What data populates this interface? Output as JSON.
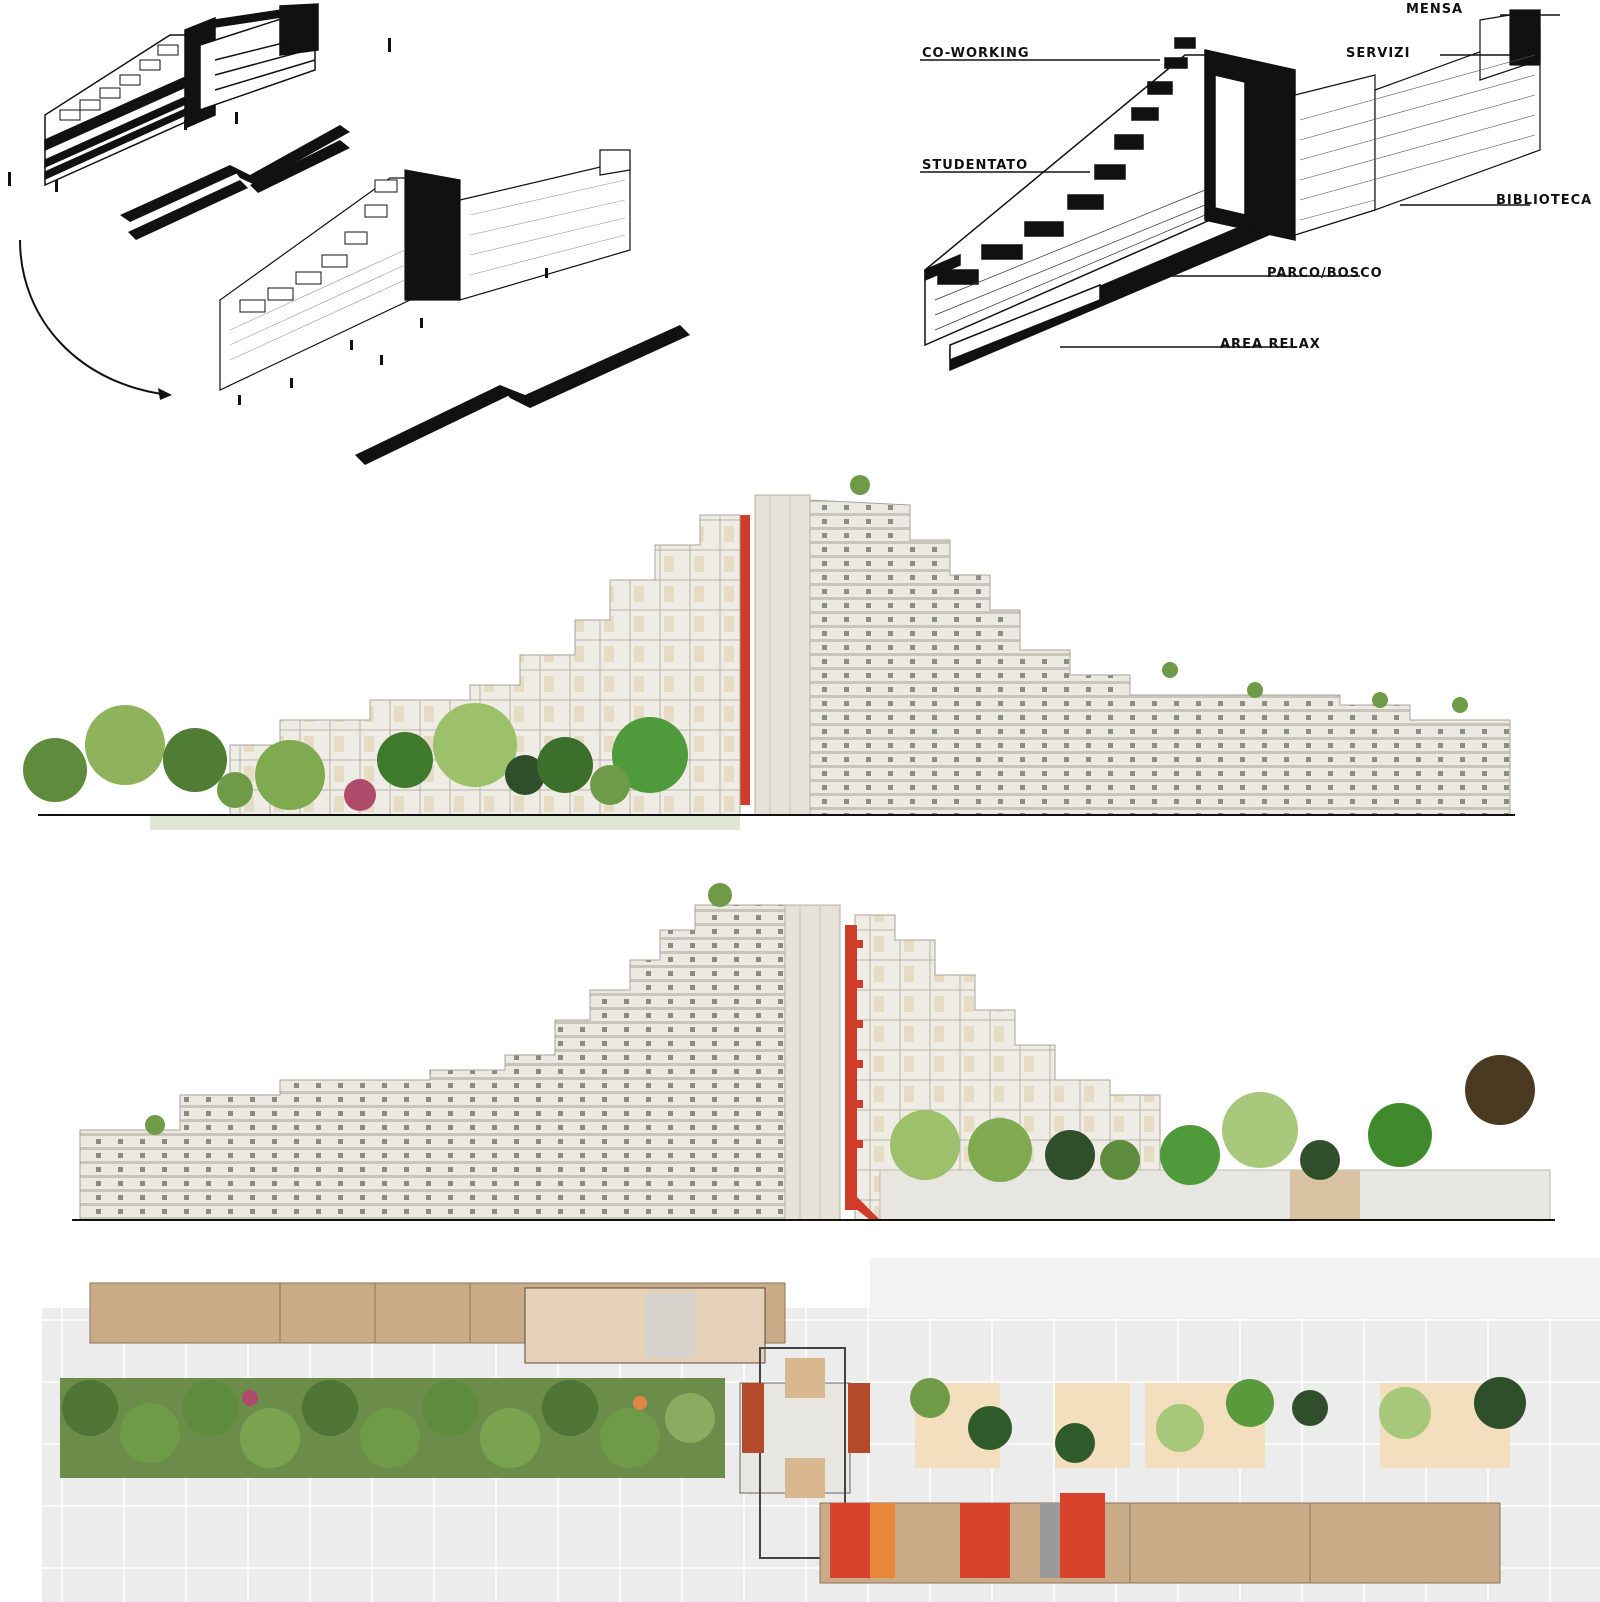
{
  "labels": {
    "mensa": "MENSA",
    "co_working": "CO-WORKING",
    "servizi": "SERVIZI",
    "studentato": "STUDENTATO",
    "biblioteca": "BIBLIOTECA",
    "parco_bosco": "PARCO/BOSCO",
    "area_relax": "AREA RELAX"
  },
  "colors": {
    "ink": "#111111",
    "red_stair": "#d13b2a",
    "facade": "#ece9e2",
    "tree_green": "#6f9a48",
    "plan_tan": "#c9ab88",
    "plan_tile": "#ececec",
    "plan_red": "#d8442b",
    "plan_orange": "#e9863a"
  }
}
